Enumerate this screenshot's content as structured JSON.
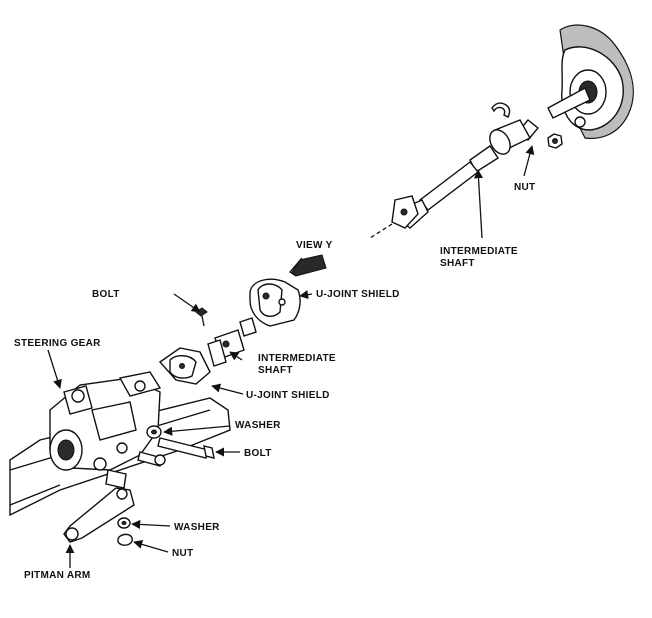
{
  "labels": {
    "nut_top": "NUT",
    "intermediate_shaft_top_line1": "INTERMEDIATE",
    "intermediate_shaft_top_line2": "SHAFT",
    "view_y": "VIEW Y",
    "bolt_top": "BOLT",
    "u_joint_shield_top": "U-JOINT SHIELD",
    "steering_gear": "STEERING GEAR",
    "intermediate_shaft_mid_line1": "INTERMEDIATE",
    "intermediate_shaft_mid_line2": "SHAFT",
    "u_joint_shield_mid": "U-JOINT SHIELD",
    "washer_top": "WASHER",
    "bolt_mid": "BOLT",
    "washer_bottom": "WASHER",
    "nut_bottom": "NUT",
    "pitman_arm": "PITMAN ARM"
  }
}
